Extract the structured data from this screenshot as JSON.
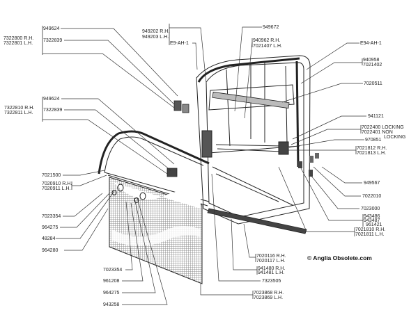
{
  "labels": {
    "tl_949624": "949624",
    "tl_7322800": "7322800 R.H.",
    "tl_7322801": "7322801 L.H.",
    "tl_7322839": "7322839",
    "t_949202": "949202 R.H.",
    "t_949203": "949203 L.H.",
    "t_e9ah1": "E9-AH-1",
    "t_949672": "949672",
    "t_940962": "940962 R.H.",
    "t_7021407": "7021407 L.H.",
    "r_e94ah1": "E94-AH-1",
    "r_940958": "940958",
    "r_7021402": "7021402",
    "r_7020511": "7020511",
    "r_941121": "941121",
    "r_7022400": "7022400 LOCKING",
    "r_7022401": "7022401 NON",
    "r_locking": "LOCKING",
    "r_970851": "970851",
    "r_7021812": "7021812 R.H.",
    "r_7021813": "7021813 L.H.",
    "ml_949624": "949624",
    "ml_7322810": "7322810 R.H.",
    "ml_7322811": "7322811 L.H.",
    "ml_7322839": "7322839",
    "l_7021500": "7021500",
    "l_7020910": "7020910 R.H.",
    "l_7020911": "7020911 L.H.",
    "l_7023354": "7023354",
    "l_964275": "964275",
    "l_48284": "48284",
    "l_964280": "964280",
    "b_7023354": "7023354",
    "b_961208": "961208",
    "b_964275": "964275",
    "b_943258": "943258",
    "r_949567": "949567",
    "r_7022010": "7022010",
    "r_7023000": "7023000",
    "r_943486": "943486",
    "r_943487": "943487",
    "r_961421": "961421",
    "r_7021810": "7021810 R.H.",
    "r_7021811": "7021811 L.H.",
    "c_7020116": "7020116 R.H.",
    "c_7020117": "7020117 L.H.",
    "c_941480": "941480 R.H.",
    "c_941481": "941481 L.H.",
    "c_7323505": "7323505",
    "c_7023868": "7023868 R.H.",
    "c_7023869": "7023869 L.H."
  },
  "copyright": "© Anglia Obsolete.com"
}
